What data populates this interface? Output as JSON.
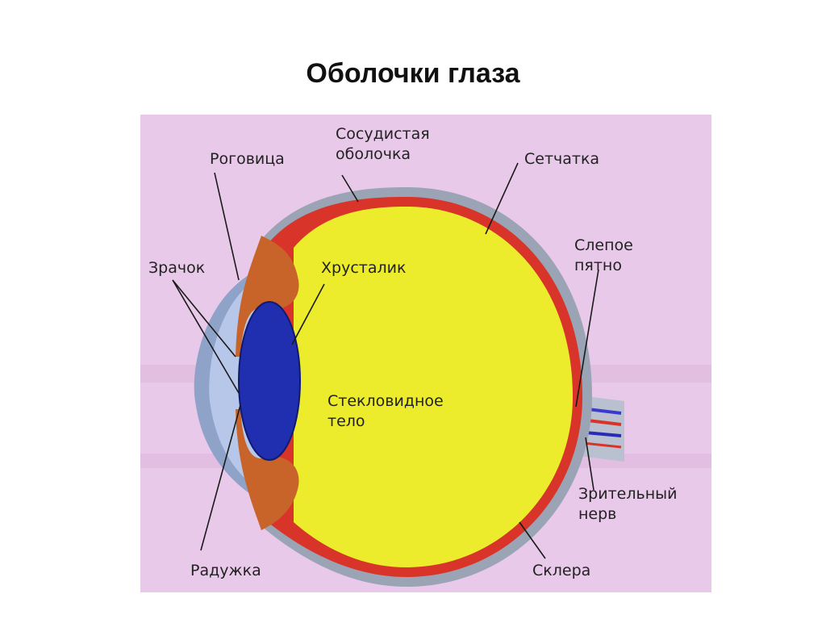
{
  "title": "Оболочки глаза",
  "labels": {
    "cornea": "Роговица",
    "choroid": "Сосудистая оболочка",
    "retina": "Сетчатка",
    "pupil": "Зрачок",
    "lens": "Хрусталик",
    "blind_spot": "Слепое пятно",
    "vitreous_body": "Стекловидное тело",
    "optic_nerve": "Зрительный нерв",
    "iris": "Радужка",
    "sclera": "Склера"
  },
  "colors": {
    "background": "#e9c9e9",
    "sclera": "#9aa4b4",
    "choroid": "#d8342a",
    "vitreous": "#ecec2c",
    "lens": "#1f2fb0",
    "cornea": "#b6c7ea",
    "iris": "#c8642a"
  }
}
